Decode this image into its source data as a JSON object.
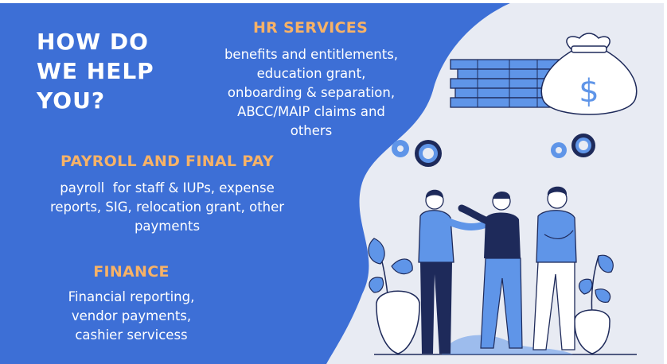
{
  "title": "HOW DO\nWE HELP\nYOU?",
  "sections": {
    "hr": {
      "heading": "HR SERVICES",
      "lines": [
        "benefits and entitlements,",
        "education grant,",
        "onboarding & separation,",
        "ABCC/MAIP claims and",
        "others"
      ]
    },
    "payroll": {
      "heading": "PAYROLL AND FINAL PAY",
      "lines": [
        "payroll  for staff & IUPs, expense",
        "reports, SIG, relocation grant, other",
        "payments"
      ]
    },
    "finance": {
      "heading": "FINANCE",
      "lines": [
        "Financial reporting,",
        "vendor payments,",
        "cashier servicess"
      ]
    }
  },
  "colors": {
    "blue_panel": "#3d6fd6",
    "light_bg": "#e7eaf3",
    "accent_orange": "#f7b267",
    "navy": "#1e2a5a",
    "light_blue": "#5f95e8"
  },
  "icons": [
    "money-bag-icon",
    "banknote-stack-icon",
    "gear-icon",
    "plant-pot-icon"
  ]
}
